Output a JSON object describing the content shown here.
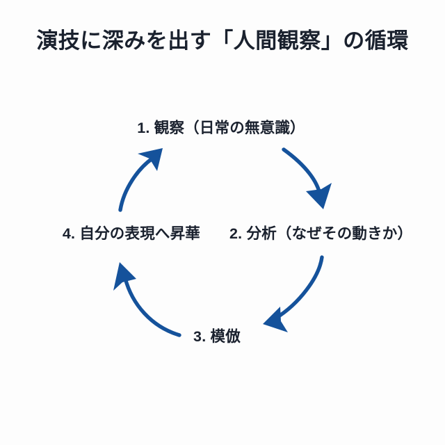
{
  "slide": {
    "title": "演技に深みを出す「人間観察」の循環",
    "background_color": "#fdfdfd",
    "text_color": "#1a212e",
    "accent_color": "#15529b"
  },
  "cycle": {
    "type": "circular-process",
    "direction": "clockwise",
    "steps": [
      {
        "number": "1.",
        "label": "1. 観察（日常の無意識）",
        "position": "top"
      },
      {
        "number": "2.",
        "label": "2. 分析（なぜその動きか）",
        "position": "right"
      },
      {
        "number": "3.",
        "label": "3. 模倣",
        "position": "bottom"
      },
      {
        "number": "4.",
        "label": "4. 自分の表現へ昇華",
        "position": "left"
      }
    ],
    "arrows": [
      {
        "name": "arrow-1-to-2",
        "from": "1. 観察（日常の無意識）",
        "to": "2. 分析（なぜその動きか）"
      },
      {
        "name": "arrow-2-to-3",
        "from": "2. 分析（なぜその動きか）",
        "to": "3. 模倣"
      },
      {
        "name": "arrow-3-to-4",
        "from": "3. 模倣",
        "to": "4. 自分の表現へ昇華"
      },
      {
        "name": "arrow-4-to-1",
        "from": "4. 自分の表現へ昇華",
        "to": "1. 観察（日常の無意識）"
      }
    ]
  }
}
